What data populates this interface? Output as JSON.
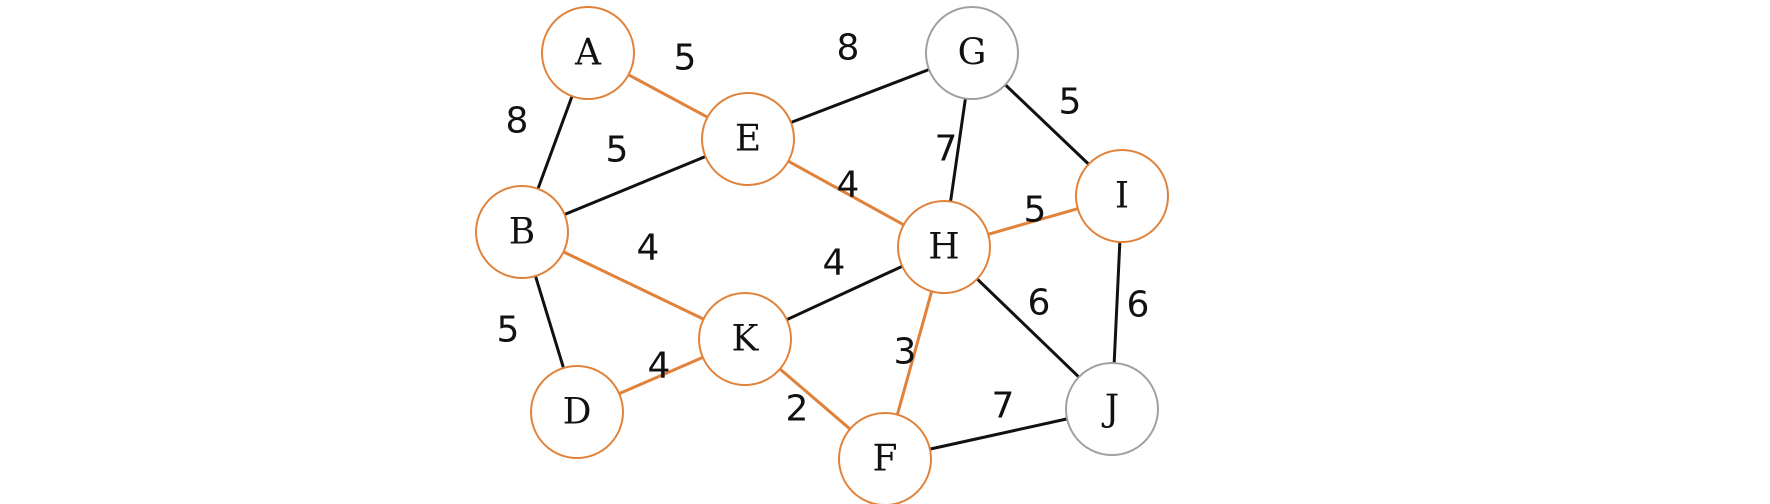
{
  "colors": {
    "highlight": "#e0823a",
    "normal_edge": "#111111",
    "inactive_node": "#a0a0a0",
    "background": "#ffffff"
  },
  "nodes": [
    {
      "id": "A",
      "label": "A",
      "highlighted": true
    },
    {
      "id": "E",
      "label": "E",
      "highlighted": true
    },
    {
      "id": "G",
      "label": "G",
      "highlighted": false
    },
    {
      "id": "B",
      "label": "B",
      "highlighted": true
    },
    {
      "id": "H",
      "label": "H",
      "highlighted": true
    },
    {
      "id": "I",
      "label": "I",
      "highlighted": true
    },
    {
      "id": "K",
      "label": "K",
      "highlighted": true
    },
    {
      "id": "D",
      "label": "D",
      "highlighted": true
    },
    {
      "id": "F",
      "label": "F",
      "highlighted": true
    },
    {
      "id": "J",
      "label": "J",
      "highlighted": false
    }
  ],
  "edges": [
    {
      "from": "A",
      "to": "E",
      "weight": "5",
      "highlighted": true
    },
    {
      "from": "A",
      "to": "B",
      "weight": "8",
      "highlighted": false
    },
    {
      "from": "E",
      "to": "G",
      "weight": "8",
      "highlighted": false
    },
    {
      "from": "B",
      "to": "E",
      "weight": "5",
      "highlighted": false
    },
    {
      "from": "E",
      "to": "H",
      "weight": "4",
      "highlighted": true
    },
    {
      "from": "G",
      "to": "H",
      "weight": "7",
      "highlighted": false
    },
    {
      "from": "G",
      "to": "I",
      "weight": "5",
      "highlighted": false
    },
    {
      "from": "H",
      "to": "I",
      "weight": "5",
      "highlighted": true
    },
    {
      "from": "B",
      "to": "K",
      "weight": "4",
      "highlighted": true
    },
    {
      "from": "K",
      "to": "H",
      "weight": "4",
      "highlighted": false
    },
    {
      "from": "B",
      "to": "D",
      "weight": "5",
      "highlighted": false
    },
    {
      "from": "H",
      "to": "J",
      "weight": "6",
      "highlighted": false
    },
    {
      "from": "I",
      "to": "J",
      "weight": "6",
      "highlighted": false
    },
    {
      "from": "D",
      "to": "K",
      "weight": "4",
      "highlighted": true
    },
    {
      "from": "K",
      "to": "F",
      "weight": "2",
      "highlighted": true
    },
    {
      "from": "H",
      "to": "F",
      "weight": "3",
      "highlighted": true
    },
    {
      "from": "F",
      "to": "J",
      "weight": "7",
      "highlighted": false
    }
  ]
}
